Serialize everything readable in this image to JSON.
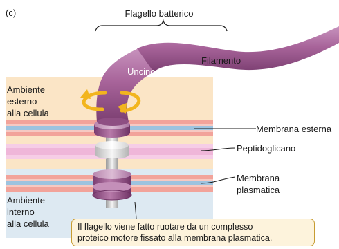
{
  "panel_label": "(c)",
  "title": "Flagello batterico",
  "parts": {
    "filament": "Filamento",
    "hook": "Uncino"
  },
  "regions": {
    "outside": [
      "Ambiente",
      "esterno",
      "alla cellula"
    ],
    "inside": [
      "Ambiente",
      "interno",
      "alla cellula"
    ]
  },
  "layers": {
    "outer_membrane": "Membrana esterna",
    "peptidoglycan": "Peptidoglicano",
    "plasma_membrane": [
      "Membrana",
      "plasmatica"
    ]
  },
  "caption": [
    "Il flagello viene fatto ruotare da un complesso",
    "proteico motore fissato alla membrana plasmatica."
  ],
  "colors": {
    "outside_bg": "#fbe5c6",
    "inside_bg": "#dde9f2",
    "flagellum": "#a8649a",
    "rotation_arrow": "#f2b51e",
    "caption_border": "#c79c32"
  }
}
